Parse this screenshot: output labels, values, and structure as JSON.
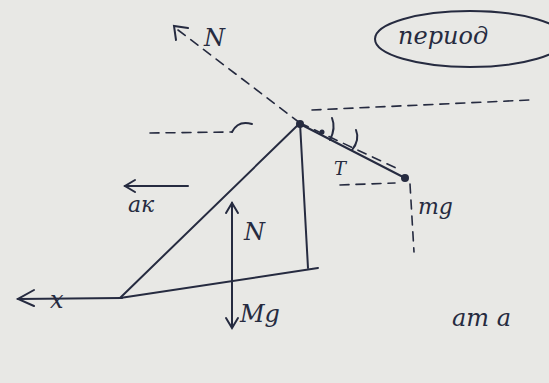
{
  "diagram": {
    "nodes": [
      {
        "text": [
          "период"
        ]
      }
    ],
    "labels": [
      "N",
      "aк",
      "N",
      "Mg",
      "mg",
      "T",
      "x",
      "am a"
    ]
  }
}
